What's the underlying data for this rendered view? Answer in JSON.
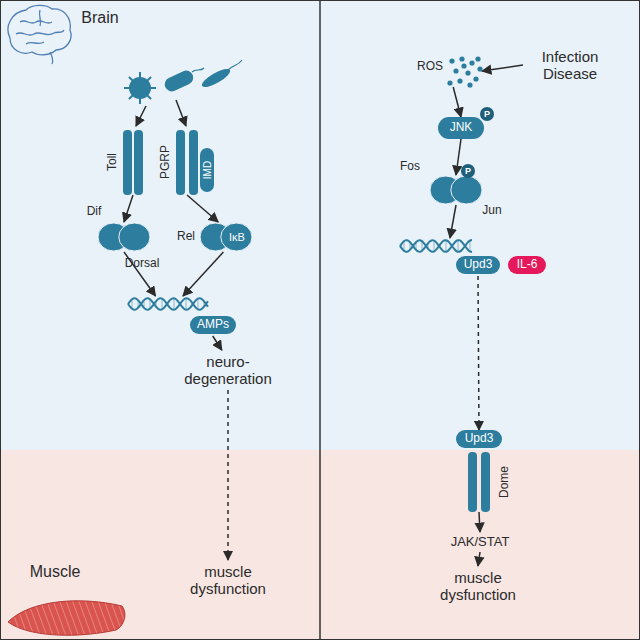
{
  "diagram": {
    "nodes": [
      {
        "text": [
          "Toll"
        ]
      },
      {
        "text": [
          "PGRP",
          "IMD"
        ]
      },
      {
        "text": [
          "Dif",
          "Dorsal"
        ]
      },
      {
        "text": [
          "Rel",
          "IκB"
        ]
      },
      {
        "text": [
          "AMPs"
        ]
      },
      {
        "text": [
          "neuro- degeneration"
        ]
      },
      {
        "text": [
          "muscle dysfunction"
        ]
      },
      {
        "text": [
          "ROS"
        ]
      },
      {
        "text": [
          "Infection Disease"
        ]
      },
      {
        "text": [
          "JNK"
        ]
      },
      {
        "text": [
          "Fos",
          "Jun"
        ]
      },
      {
        "text": [
          "Upd3"
        ]
      },
      {
        "text": [
          "IL-6"
        ]
      },
      {
        "text": [
          "Upd3",
          "Dome"
        ]
      },
      {
        "text": [
          "JAK/STAT"
        ]
      },
      {
        "text": [
          "muscle dysfunction"
        ]
      }
    ],
    "edges": [
      {
        "from": 0,
        "to": 2,
        "arrow": "to"
      },
      {
        "from": 1,
        "to": 3,
        "arrow": "to"
      },
      {
        "from": 2,
        "to": 4,
        "arrow": "to"
      },
      {
        "from": 3,
        "to": 4,
        "arrow": "to"
      },
      {
        "from": 4,
        "to": 5,
        "arrow": "to"
      },
      {
        "from": 5,
        "to": 6,
        "arrow": "to"
      },
      {
        "from": 8,
        "to": 7,
        "arrow": "to"
      },
      {
        "from": 7,
        "to": 9,
        "arrow": "to"
      },
      {
        "from": 9,
        "to": 10,
        "arrow": "to"
      },
      {
        "from": 10,
        "to": 11,
        "arrow": "to"
      },
      {
        "from": 11,
        "to": 13,
        "arrow": "to"
      },
      {
        "from": 13,
        "to": 14,
        "arrow": "to"
      },
      {
        "from": 14,
        "to": 15,
        "arrow": "to"
      }
    ],
    "labels": [
      "Brain",
      "Muscle",
      "P",
      "P"
    ]
  }
}
